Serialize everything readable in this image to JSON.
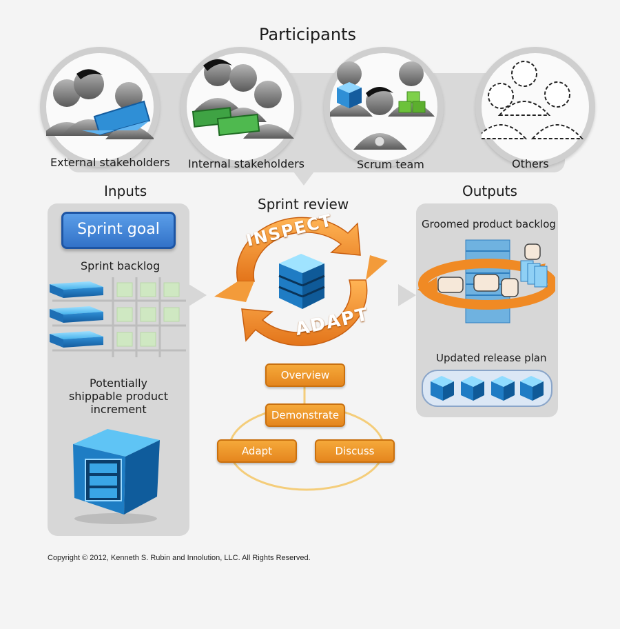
{
  "title": "Participants",
  "participants": [
    {
      "label": "External stakeholders"
    },
    {
      "label": "Internal stakeholders"
    },
    {
      "label": "Scrum team"
    },
    {
      "label": "Others"
    }
  ],
  "inputs": {
    "title": "Inputs",
    "sprint_goal": "Sprint goal",
    "sprint_backlog": "Sprint backlog",
    "increment_line1": "Potentially",
    "increment_line2": "shippable product",
    "increment_line3": "increment"
  },
  "review": {
    "title": "Sprint review",
    "inspect": "INSPECT",
    "adapt": "ADAPT",
    "steps": {
      "overview": "Overview",
      "demonstrate": "Demonstrate",
      "adapt": "Adapt",
      "discuss": "Discuss"
    }
  },
  "outputs": {
    "title": "Outputs",
    "groomed_backlog": "Groomed product backlog",
    "release_plan": "Updated release plan"
  },
  "copyright": "Copyright © 2012, Kenneth S. Rubin and Innolution, LLC. All Rights Reserved.",
  "colors": {
    "orange": "#f08a24",
    "blue": "#2f8fd6",
    "green": "#6cc23a",
    "panel": "#d7d7d7"
  }
}
